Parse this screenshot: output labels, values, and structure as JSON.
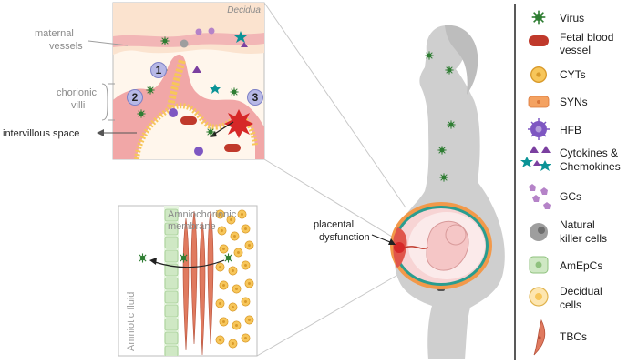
{
  "panel_top": {
    "decidua": "Decidua",
    "maternal_vessels": [
      "maternal",
      "vessels"
    ],
    "chorionic_villi": [
      "chorionic",
      "villi"
    ],
    "intervillous_space": "intervillous space",
    "markers": [
      "1",
      "2",
      "3"
    ]
  },
  "panel_bottom": {
    "title": [
      "Amniochorionic",
      "membrane"
    ],
    "amniotic_fluid": "Amniotic fluid"
  },
  "figure": {
    "placental_dysfunction": [
      "placental",
      "dysfunction"
    ]
  },
  "legend": {
    "items": [
      {
        "icon": "virus-icon",
        "lines": [
          "Virus"
        ]
      },
      {
        "icon": "fetal-blood-vessel-icon",
        "lines": [
          "Fetal blood",
          "vessel"
        ]
      },
      {
        "icon": "cyt-cell-icon",
        "lines": [
          "CYTs"
        ]
      },
      {
        "icon": "syn-cell-icon",
        "lines": [
          "SYNs"
        ]
      },
      {
        "icon": "hfb-cell-icon",
        "lines": [
          "HFB"
        ]
      },
      {
        "icon": "cytokines-icon",
        "lines": [
          "Cytokines &",
          "Chemokines"
        ]
      },
      {
        "icon": "gcs-icon",
        "lines": [
          "GCs"
        ]
      },
      {
        "icon": "nk-cell-icon",
        "lines": [
          "Natural",
          "killer cells"
        ]
      },
      {
        "icon": "amepc-cell-icon",
        "lines": [
          "AmEpCs"
        ]
      },
      {
        "icon": "decidual-cell-icon",
        "lines": [
          "Decidual",
          "cells"
        ]
      },
      {
        "icon": "tbc-cell-icon",
        "lines": [
          "TBCs"
        ]
      }
    ]
  },
  "colors": {
    "decidua": "#fbe3cf",
    "villi": "#f1a7a7",
    "vessel": "#c0392b",
    "virus": "#2e7d32",
    "cyt": "#f7c65a",
    "amepc": "#cfe8c4",
    "tbc": "#e07a5f",
    "body": "#cfcfcf"
  }
}
